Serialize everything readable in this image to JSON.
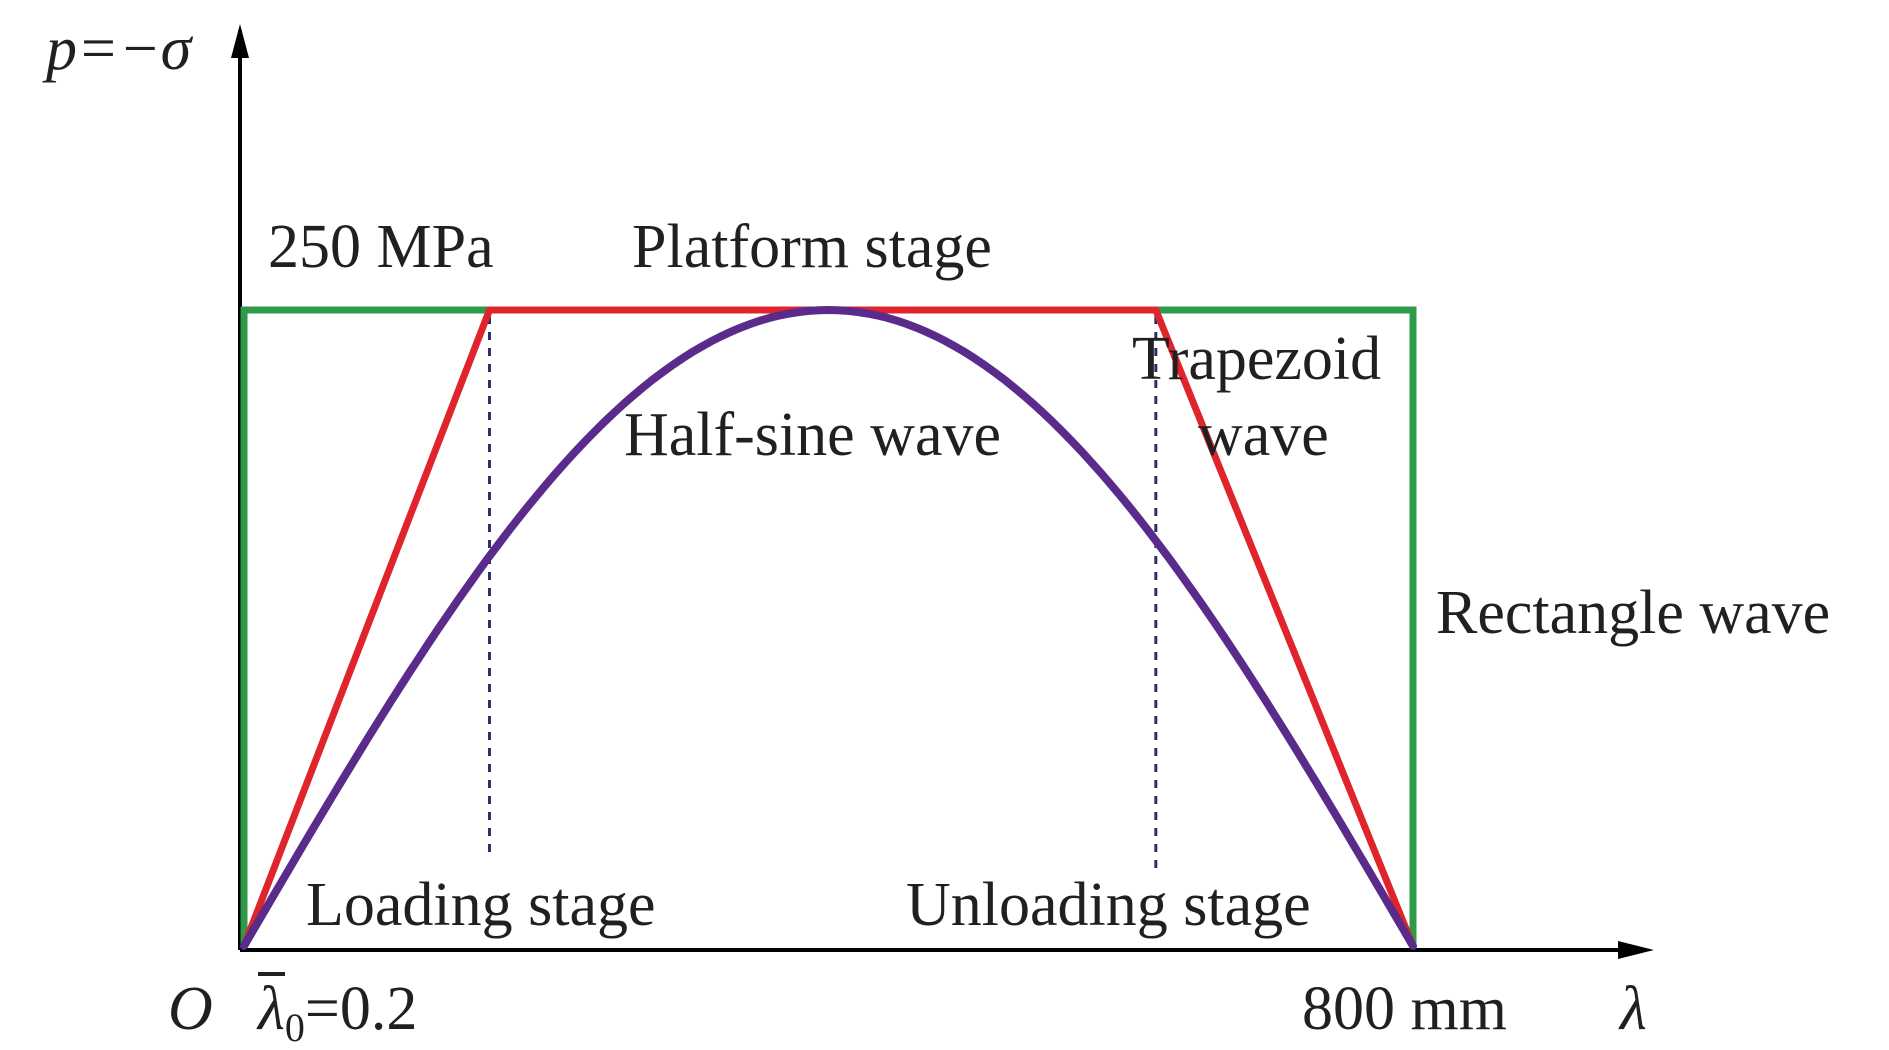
{
  "axes": {
    "y_label": "p=−σ",
    "x_label": "λ",
    "origin_label": "O"
  },
  "labels": {
    "peak_value": "250 MPa",
    "platform": "Platform stage",
    "trapezoid_line1": "Trapezoid",
    "trapezoid_line2": "wave",
    "half_sine": "Half-sine wave",
    "rectangle": "Rectangle wave",
    "loading": "Loading stage",
    "unloading": "Unloading stage",
    "lambda0_symbol": "λ",
    "lambda0_subscript": "0",
    "lambda0_value": "=0.2",
    "end_length": "800 mm"
  },
  "waves": {
    "x_range": [
      0,
      800
    ],
    "peak_pressure": 250,
    "trapezoid_rise_end_fraction": 0.2,
    "colors": {
      "rectangle": "#2e9a4a",
      "trapezoid": "#e0242b",
      "half_sine": "#5b2b8c",
      "guide": "#2b2f6e",
      "axis": "#000000"
    }
  }
}
